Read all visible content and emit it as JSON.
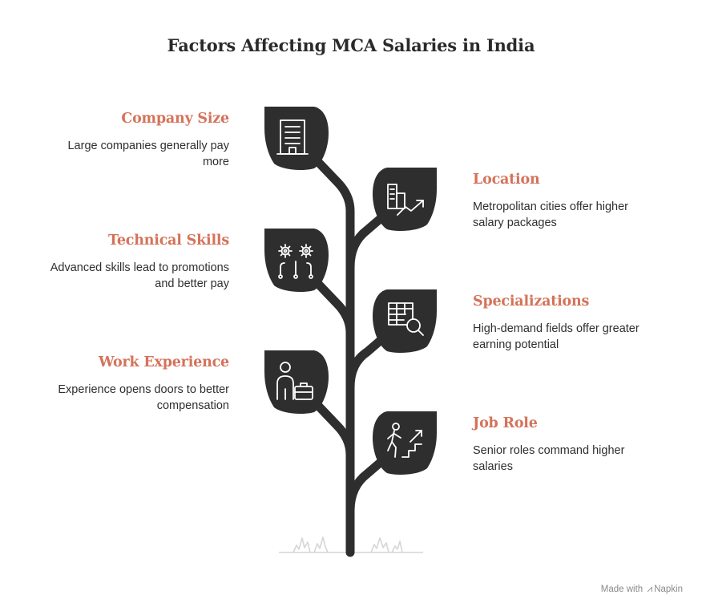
{
  "title": "Factors Affecting MCA Salaries in India",
  "colors": {
    "accent": "#d4735a",
    "leaf": "#2e2e2e",
    "stem": "#2e2e2e",
    "grass": "#d6d6d6"
  },
  "factors": [
    {
      "title": "Company Size",
      "description_lines": [
        "Large companies generally pay",
        "more"
      ],
      "icon": "office-building-icon",
      "side": "left"
    },
    {
      "title": "Location",
      "description_lines": [
        "Metropolitan cities offer higher",
        "salary packages"
      ],
      "icon": "city-growth-icon",
      "side": "right"
    },
    {
      "title": "Technical Skills",
      "description_lines": [
        "Advanced skills lead to promotions",
        "and better pay"
      ],
      "icon": "gears-circuit-icon",
      "side": "left"
    },
    {
      "title": "Specializations",
      "description_lines": [
        "High-demand fields offer greater",
        "earning potential"
      ],
      "icon": "table-search-icon",
      "side": "right"
    },
    {
      "title": "Work Experience",
      "description_lines": [
        "Experience opens doors to better",
        "compensation"
      ],
      "icon": "person-briefcase-icon",
      "side": "left"
    },
    {
      "title": "Job Role",
      "description_lines": [
        "Senior roles command higher",
        "salaries"
      ],
      "icon": "climbing-stairs-icon",
      "side": "right"
    }
  ],
  "credit": {
    "prefix": "Made with",
    "brand": "Napkin",
    "icon": "napkin-logo-icon"
  }
}
